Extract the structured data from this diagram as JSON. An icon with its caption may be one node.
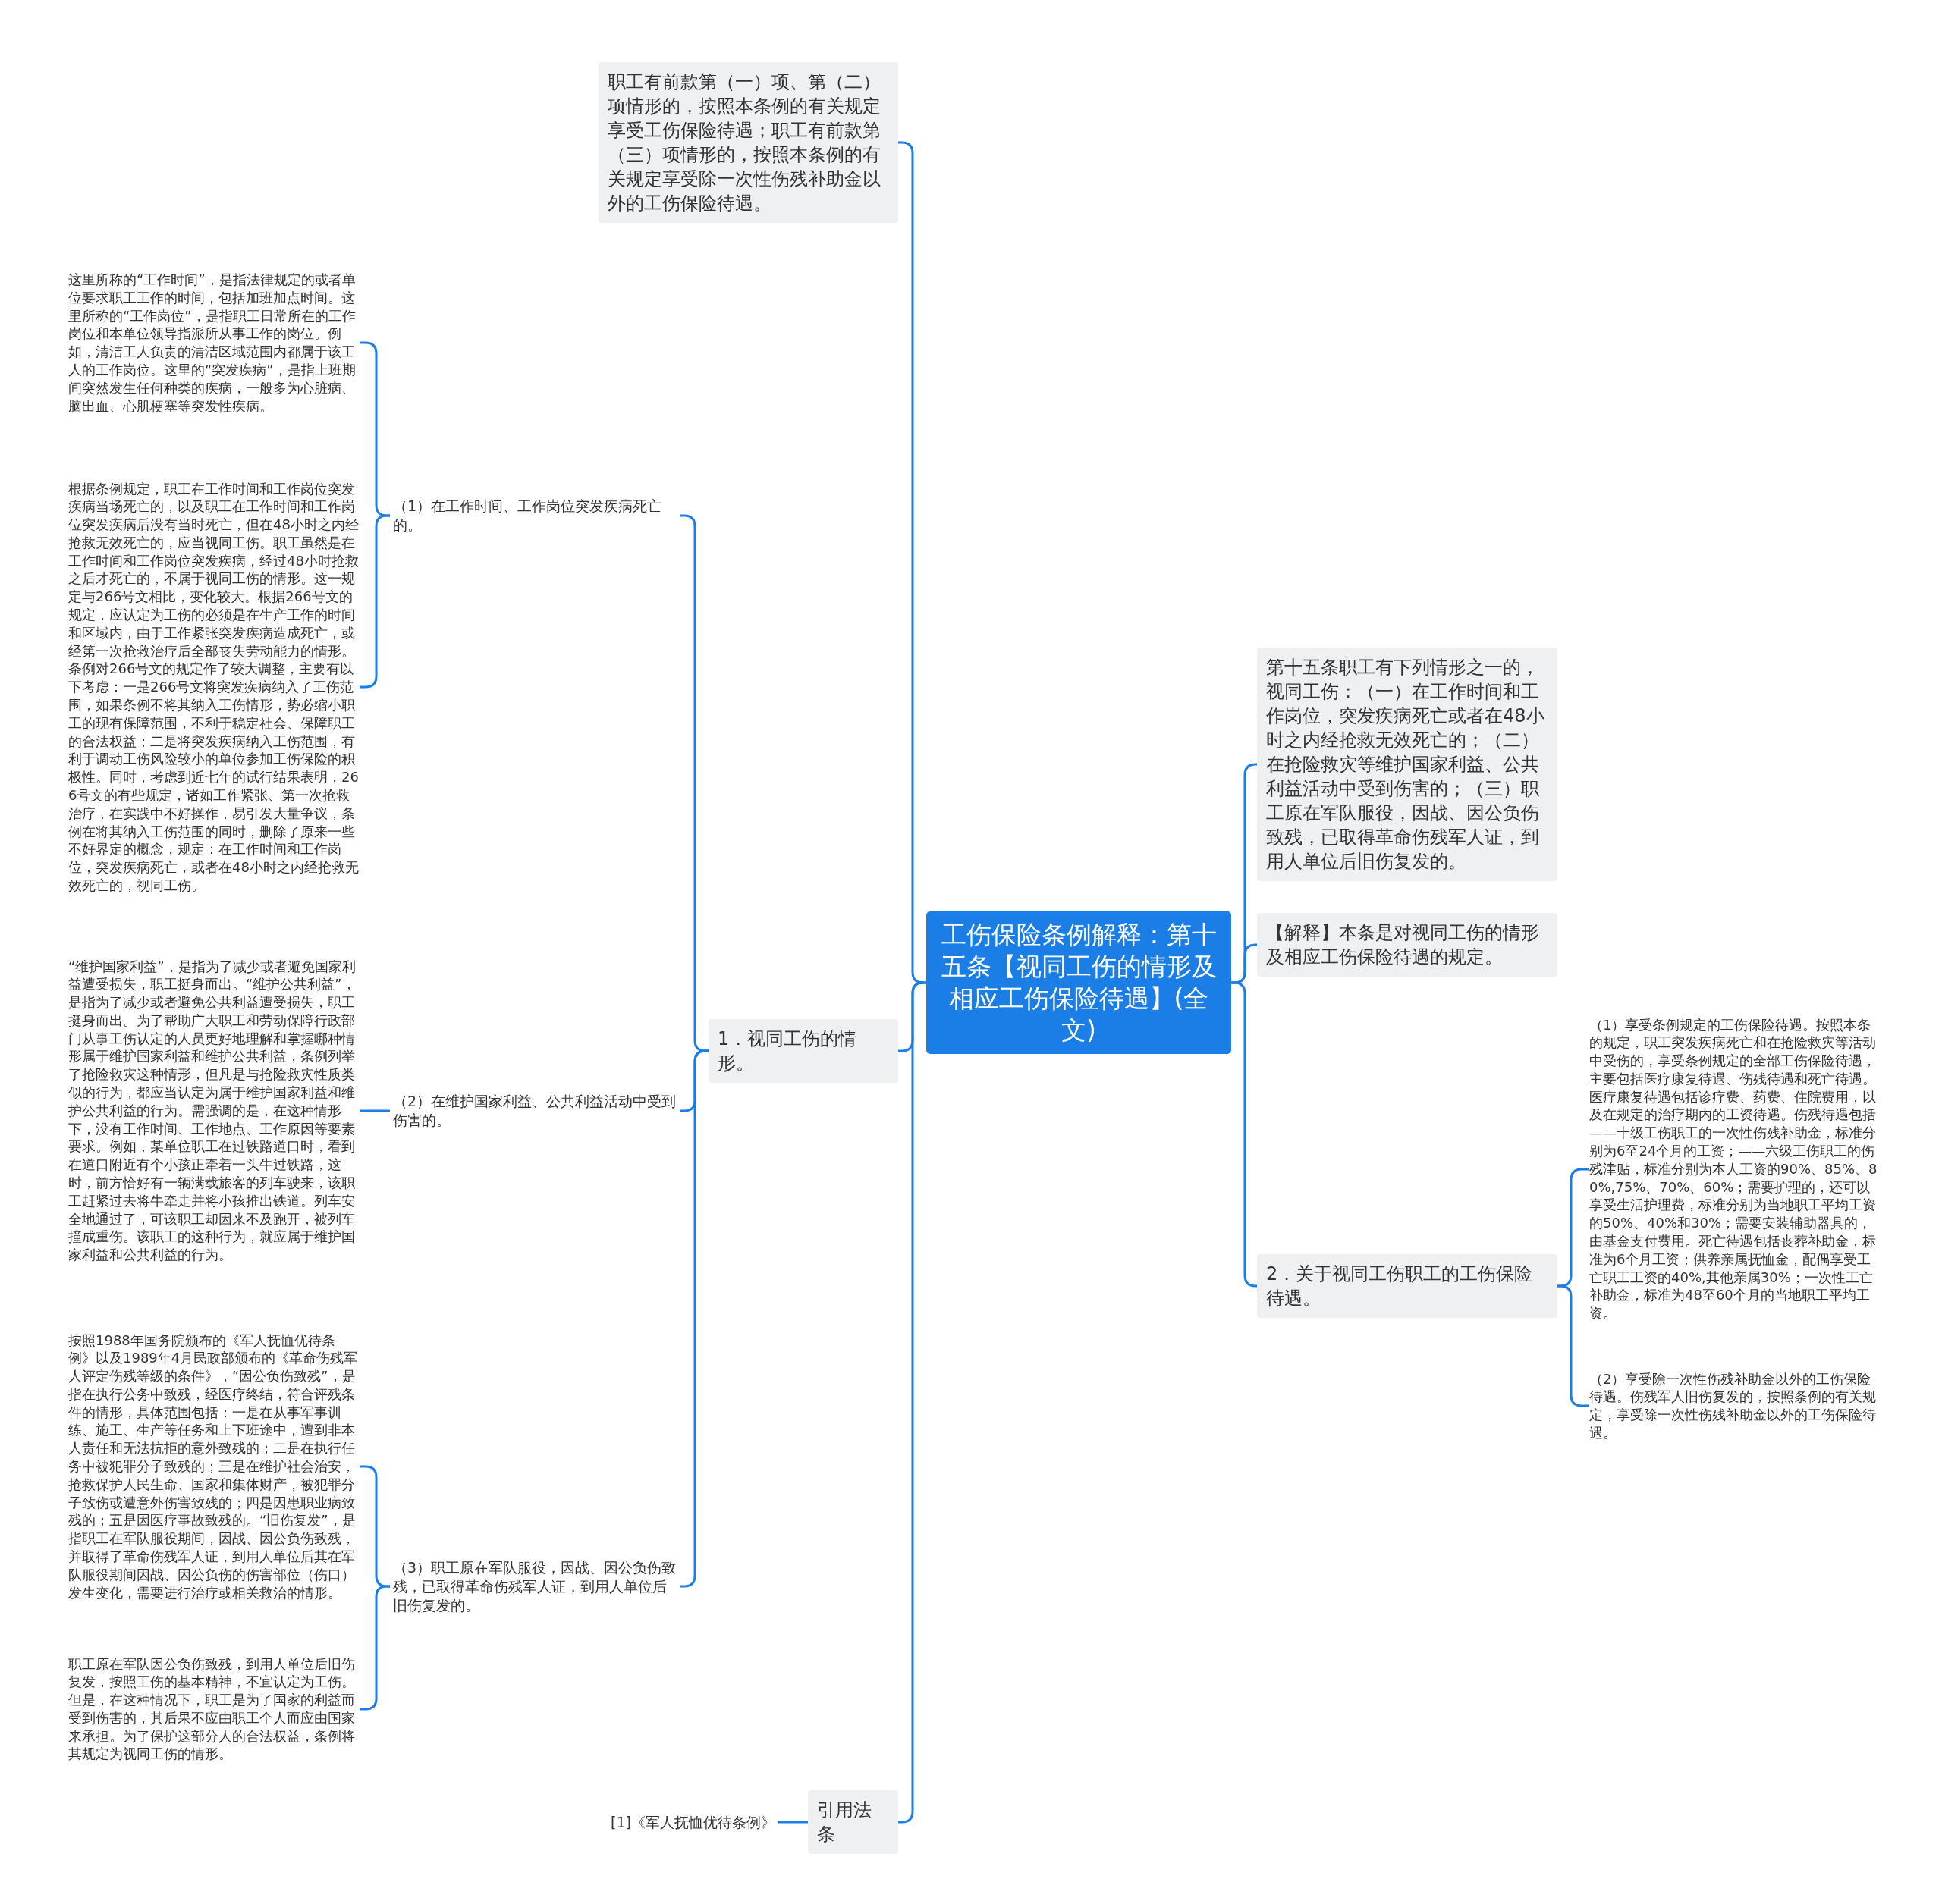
{
  "diagram": {
    "nodes": [
      {
        "text": [
          "工伤保险条例解释：第十五条【视同工伤的情形及相应工伤保险待遇】(全文)"
        ]
      },
      {
        "text": [
          "职工有前款第（一）项、第（二）项情形的，按照本条例的有关规定享受工伤保险待遇；职工有前款第（三）项情形的，按照本条例的有关规定享受除一次性伤残补助金以外的工伤保险待遇。"
        ]
      },
      {
        "text": [
          "1．视同工伤的情形。"
        ]
      },
      {
        "text": [
          "（1）在工作时间、工作岗位突发疾病死亡的。"
        ]
      },
      {
        "text": [
          "这里所称的“工作时间”，是指法律规定的或者单位要求职工工作的时间，包括加班加点时间。这里所称的“工作岗位”，是指职工日常所在的工作岗位和本单位领导指派所从事工作的岗位。例如，清洁工人负责的清洁区域范围内都属于该工人的工作岗位。这里的“突发疾病”，是指上班期间突然发生任何种类的疾病，一般多为心脏病、脑出血、心肌梗塞等突发性疾病。"
        ]
      },
      {
        "text": [
          "根据条例规定，职工在工作时间和工作岗位突发疾病当场死亡的，以及职工在工作时间和工作岗位突发疾病后没有当时死亡，但在48小时之内经抢救无效死亡的，应当视同工伤。职工虽然是在工作时间和工作岗位突发疾病，经过48小时抢救之后才死亡的，不属于视同工伤的情形。这一规定与266号文相比，变化较大。根据266号文的规定，应认定为工伤的必须是在生产工作的时间和区域内，由于工作紧张突发疾病造成死亡，或经第一次抢救治疗后全部丧失劳动能力的情形。条例对266号文的规定作了较大调整，主要有以下考虑：一是266号文将突发疾病纳入了工伤范围，如果条例不将其纳入工伤情形，势必缩小职工的现有保障范围，不利于稳定社会、保障职工的合法权益；二是将突发疾病纳入工伤范围，有利于调动工伤风险较小的单位参加工伤保险的积极性。同时，考虑到近七年的试行结果表明，266号文的有些规定，诸如工作紧张、第一次抢救治疗，在实践中不好操作，易引发大量争议，条例在将其纳入工伤范围的同时，删除了原来一些不好界定的概念，规定：在工作时间和工作岗位，突发疾病死亡，或者在48小时之内经抢救无效死亡的，视同工伤。"
        ]
      },
      {
        "text": [
          "（2）在维护国家利益、公共利益活动中受到伤害的。"
        ]
      },
      {
        "text": [
          "“维护国家利益”，是指为了减少或者避免国家利益遭受损失，职工挺身而出。“维护公共利益”，是指为了减少或者避免公共利益遭受损失，职工挺身而出。为了帮助广大职工和劳动保障行政部门从事工伤认定的人员更好地理解和掌握哪种情形属于维护国家利益和维护公共利益，条例列举了抢险救灾这种情形，但凡是与抢险救灾性质类似的行为，都应当认定为属于维护国家利益和维护公共利益的行为。需强调的是，在这种情形下，没有工作时间、工作地点、工作原因等要素要求。例如，某单位职工在过铁路道口时，看到在道口附近有个小孩正牵着一头牛过铁路，这时，前方恰好有一辆满载旅客的列车驶来，该职工赶紧过去将牛牵走并将小孩推出铁道。列车安全地通过了，可该职工却因来不及跑开，被列车撞成重伤。该职工的这种行为，就应属于维护国家利益和公共利益的行为。"
        ]
      },
      {
        "text": [
          "（3）职工原在军队服役，因战、因公负伤致残，已取得革命伤残军人证，到用人单位后旧伤复发的。"
        ]
      },
      {
        "text": [
          "按照1988年国务院颁布的《军人抚恤优待条例》以及1989年4月民政部颁布的《革命伤残军人评定伤残等级的条件》，“因公负伤致残”，是指在执行公务中致残，经医疗终结，符合评残条件的情形，具体范围包括：一是在从事军事训练、施工、生产等任务和上下班途中，遭到非本人责任和无法抗拒的意外致残的；二是在执行任务中被犯罪分子致残的；三是在维护社会治安，抢救保护人民生命、国家和集体财产，被犯罪分子致伤或遭意外伤害致残的；四是因患职业病致残的；五是因医疗事故致残的。“旧伤复发”，是指职工在军队服役期间，因战、因公负伤致残，并取得了革命伤残军人证，到用人单位后其在军队服役期间因战、因公负伤的伤害部位（伤口）发生变化，需要进行治疗或相关救治的情形。"
        ]
      },
      {
        "text": [
          "职工原在军队因公负伤致残，到用人单位后旧伤复发，按照工伤的基本精神，不宜认定为工伤。但是，在这种情况下，职工是为了国家的利益而受到伤害的，其后果不应由职工个人而应由国家来承担。为了保护这部分人的合法权益，条例将其规定为视同工伤的情形。"
        ]
      },
      {
        "text": [
          "引用法条"
        ]
      },
      {
        "text": [
          "[1]《军人抚恤优待条例》"
        ]
      },
      {
        "text": [
          "第十五条职工有下列情形之一的，视同工伤：（一）在工作时间和工作岗位，突发疾病死亡或者在48小时之内经抢救无效死亡的；（二）在抢险救灾等维护国家利益、公共利益活动中受到伤害的；（三）职工原在军队服役，因战、因公负伤致残，已取得革命伤残军人证，到用人单位后旧伤复发的。"
        ]
      },
      {
        "text": [
          "【解释】本条是对视同工伤的情形及相应工伤保险待遇的规定。"
        ]
      },
      {
        "text": [
          "2．关于视同工伤职工的工伤保险待遇。"
        ]
      },
      {
        "text": [
          "（1）享受条例规定的工伤保险待遇。按照本条的规定，职工突发疾病死亡和在抢险救灾等活动中受伤的，享受条例规定的全部工伤保险待遇，主要包括医疗康复待遇、伤残待遇和死亡待遇。医疗康复待遇包括诊疗费、药费、住院费用，以及在规定的治疗期内的工资待遇。伤残待遇包括——十级工伤职工的一次性伤残补助金，标准分别为6至24个月的工资；——六级工伤职工的伤残津贴，标准分别为本人工资的90%、85%、80%,75%、70%、60%；需要护理的，还可以享受生活护理费，标准分别为当地职工平均工资的50%、40%和30%；需要安装辅助器具的，由基金支付费用。死亡待遇包括丧葬补助金，标准为6个月工资；供养亲属抚恤金，配偶享受工亡职工工资的40%,其他亲属30%；一次性工亡补助金，标准为48至60个月的当地职工平均工资。"
        ]
      },
      {
        "text": [
          "（2）享受除一次性伤残补助金以外的工伤保险待遇。伤残军人旧伤复发的，按照条例的有关规定，享受除一次性伤残补助金以外的工伤保险待遇。"
        ]
      }
    ],
    "edges": [
      {
        "from": 0,
        "to": 1,
        "arrow": "none"
      },
      {
        "from": 0,
        "to": 2,
        "arrow": "none"
      },
      {
        "from": 0,
        "to": 11,
        "arrow": "none"
      },
      {
        "from": 0,
        "to": 13,
        "arrow": "none"
      },
      {
        "from": 0,
        "to": 14,
        "arrow": "none"
      },
      {
        "from": 0,
        "to": 15,
        "arrow": "none"
      },
      {
        "from": 2,
        "to": 3,
        "arrow": "none"
      },
      {
        "from": 2,
        "to": 6,
        "arrow": "none"
      },
      {
        "from": 2,
        "to": 8,
        "arrow": "none"
      },
      {
        "from": 3,
        "to": 4,
        "arrow": "none"
      },
      {
        "from": 3,
        "to": 5,
        "arrow": "none"
      },
      {
        "from": 6,
        "to": 7,
        "arrow": "none"
      },
      {
        "from": 8,
        "to": 9,
        "arrow": "none"
      },
      {
        "from": 8,
        "to": 10,
        "arrow": "none"
      },
      {
        "from": 11,
        "to": 12,
        "arrow": "none"
      },
      {
        "from": 15,
        "to": 16,
        "arrow": "none"
      },
      {
        "from": 15,
        "to": 17,
        "arrow": "none"
      }
    ]
  }
}
